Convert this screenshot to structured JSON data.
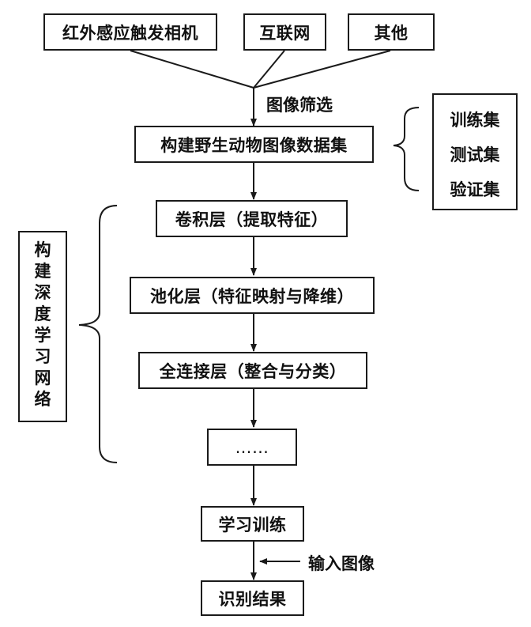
{
  "sources": [
    "红外感应触发相机",
    "互联网",
    "其他"
  ],
  "filter_label": "图像筛选",
  "dataset_box": "构建野生动物图像数据集",
  "dataset_splits": [
    "训练集",
    "测试集",
    "验证集"
  ],
  "network_label_chars": [
    "构",
    "建",
    "深",
    "度",
    "学",
    "习",
    "网",
    "络"
  ],
  "layers": {
    "conv": "卷积层（提取特征）",
    "pool": "池化层（特征映射与降维）",
    "fc": "全连接层（整合与分类）",
    "more": "……"
  },
  "training_box": "学习训练",
  "input_label": "输入图像",
  "result_box": "识别结果"
}
